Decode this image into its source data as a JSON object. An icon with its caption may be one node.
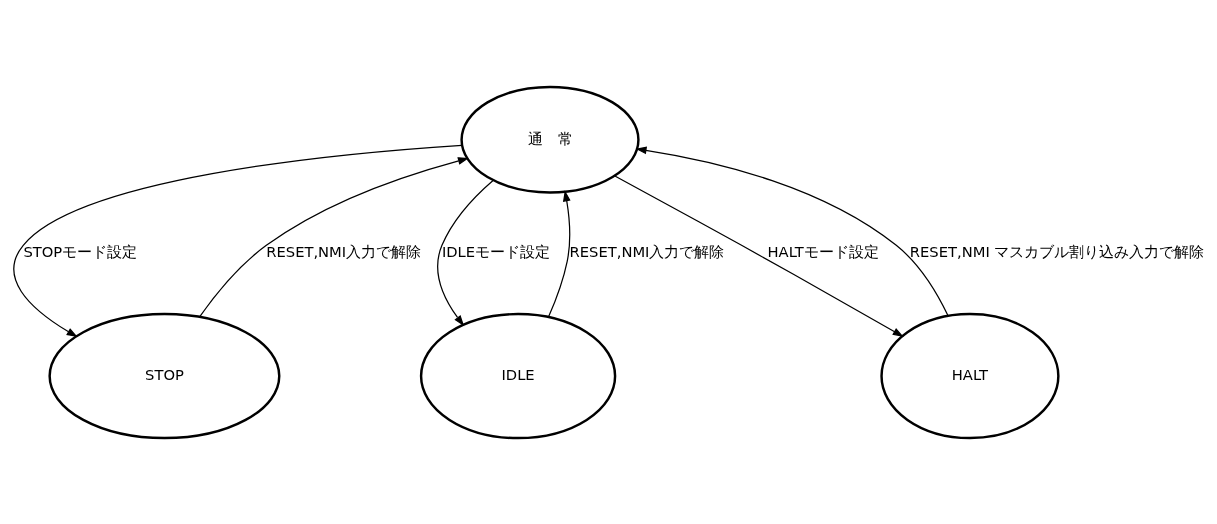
{
  "diagram": {
    "nodes": [
      {
        "text": [
          "通　常"
        ]
      },
      {
        "text": [
          "STOP"
        ]
      },
      {
        "text": [
          "IDLE"
        ]
      },
      {
        "text": [
          "HALT"
        ]
      }
    ],
    "edges": [
      {
        "from": 2,
        "to": 0,
        "arrow": "to",
        "label": "RESET,NMI入力で解除"
      },
      {
        "from": 0,
        "to": 1,
        "arrow": "to",
        "label": "STOPモード設定"
      },
      {
        "from": 1,
        "to": 0,
        "arrow": "to",
        "label": "RESET,NMI入力で解除"
      },
      {
        "from": 0,
        "to": 2,
        "arrow": "to",
        "label": "IDLEモード設定"
      },
      {
        "from": 0,
        "to": 3,
        "arrow": "to",
        "label": "HALTモード設定"
      },
      {
        "from": 3,
        "to": 0,
        "arrow": "to",
        "label": "RESET,NMI マスカブル割り込み入力で解除"
      }
    ]
  }
}
